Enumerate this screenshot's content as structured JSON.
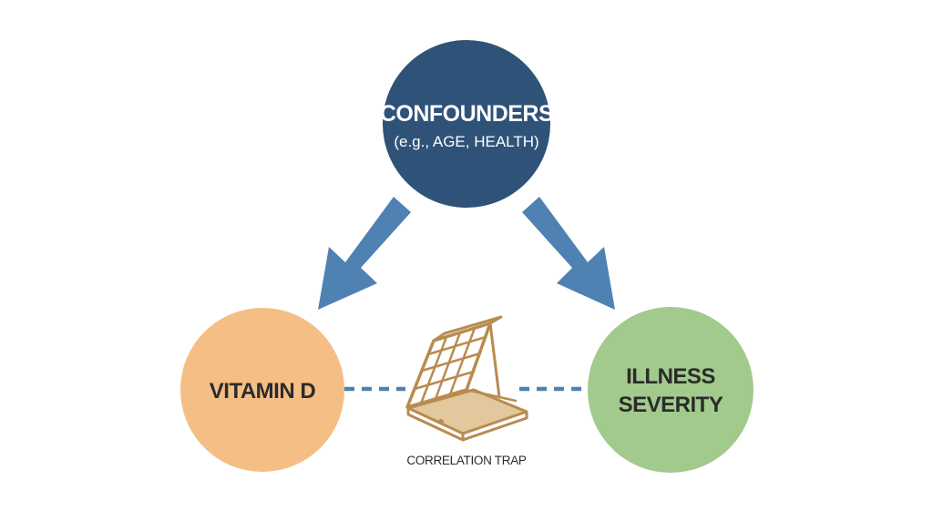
{
  "nodes": {
    "confounders": {
      "title": "CONFOUNDERS",
      "subtitle": "(e.g., AGE, HEALTH)",
      "fill": "#2f5278"
    },
    "vitamin_d": {
      "title": "VITAMIN D",
      "fill": "#f4be85"
    },
    "illness_severity": {
      "line1": "ILLNESS",
      "line2": "SEVERITY",
      "fill": "#a1ca8c"
    }
  },
  "arrow_color": "#4f81b3",
  "dashed_link_color": "#4f81b3",
  "trap": {
    "label": "CORRELATION TRAP",
    "icon": "box-trap-icon",
    "color": "#b98b4f"
  }
}
